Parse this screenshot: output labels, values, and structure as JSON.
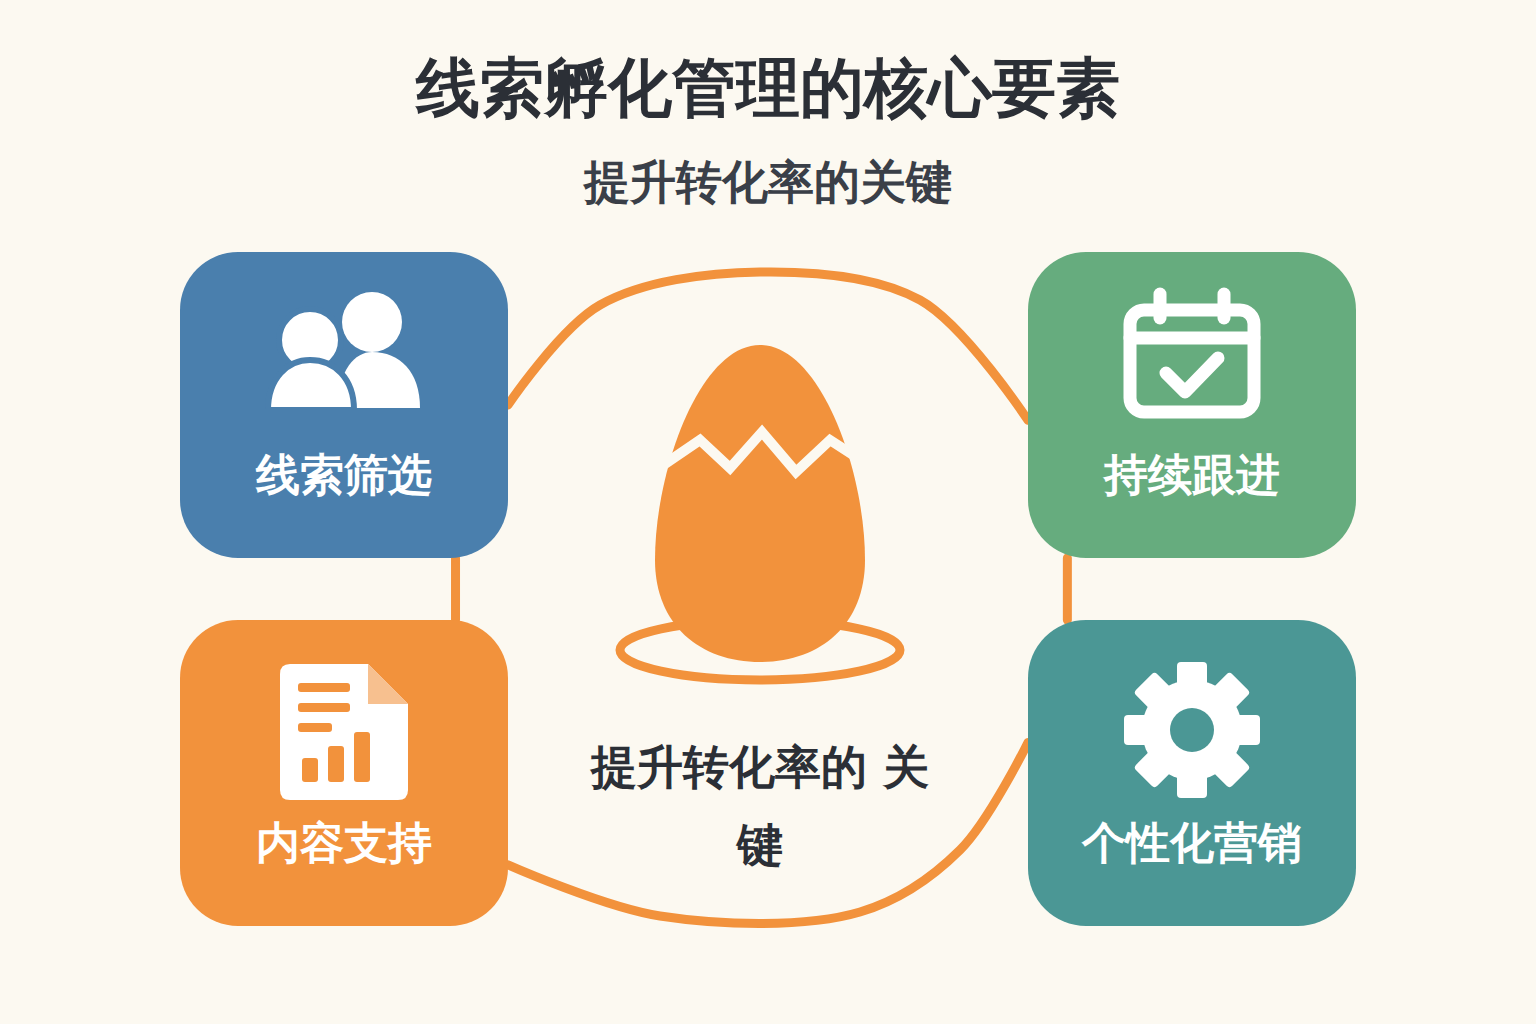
{
  "diagram": {
    "title": "线索孵化管理的核心要素",
    "nodes": [
      {
        "text": [
          "线索筛选"
        ]
      },
      {
        "text": [
          "持续跟进"
        ]
      },
      {
        "text": [
          "内容支持"
        ]
      },
      {
        "text": [
          "个性化营销"
        ]
      }
    ],
    "edges": [
      {
        "from": 0,
        "to": 1,
        "arrow": "to"
      },
      {
        "from": 1,
        "to": 3,
        "arrow": "to"
      },
      {
        "from": 3,
        "to": 2,
        "arrow": "to"
      },
      {
        "from": 2,
        "to": 0,
        "arrow": "to"
      }
    ],
    "labels": [
      "提升转化率的关键",
      "提升转化率的 关键"
    ]
  }
}
